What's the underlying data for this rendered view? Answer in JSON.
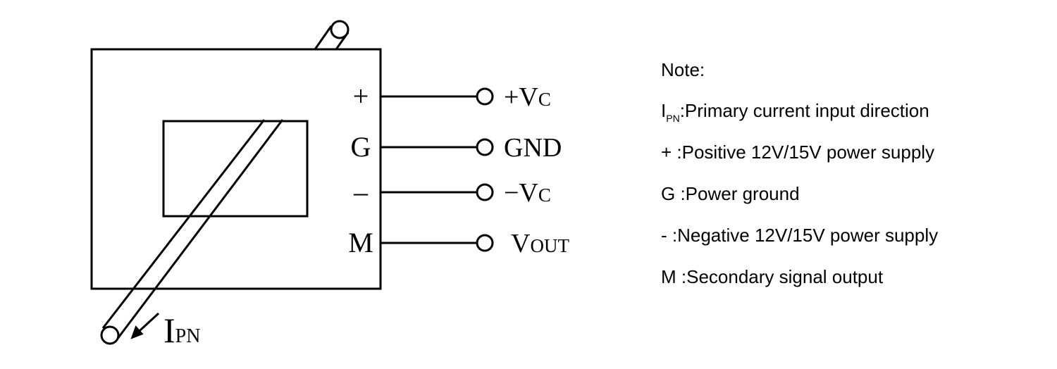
{
  "diagram": {
    "pins": [
      {
        "pin": "+",
        "terminal": "+V",
        "terminal_sub": "C"
      },
      {
        "pin": "G",
        "terminal": "GND",
        "terminal_sub": ""
      },
      {
        "pin": "–",
        "terminal": "−V",
        "terminal_sub": "C"
      },
      {
        "pin": "M",
        "terminal": "V",
        "terminal_sub": "OUT"
      }
    ],
    "current_label": {
      "main": "I",
      "sub": "PN"
    }
  },
  "notes": {
    "heading": "Note:",
    "ipn": {
      "symbol": "I",
      "symbol_sub": "PN",
      "text": ":Primary current input direction"
    },
    "lines": [
      "+ :Positive 12V/15V power supply",
      "G :Power ground",
      "- :Negative 12V/15V power supply",
      "M :Secondary signal output"
    ]
  }
}
